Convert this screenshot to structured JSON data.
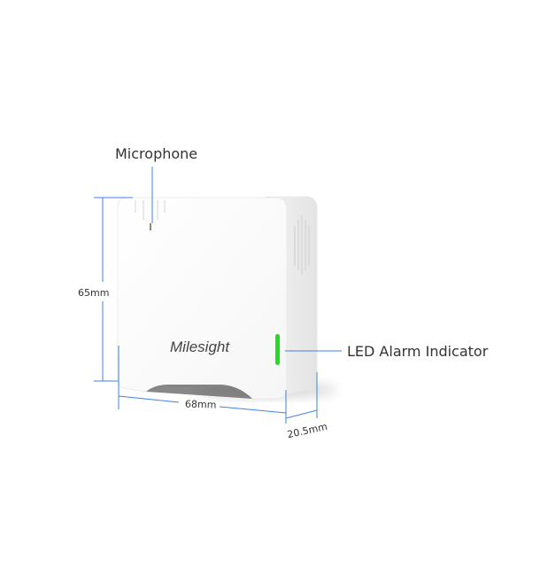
{
  "labels": {
    "microphone": "Microphone",
    "led": "LED Alarm Indicator",
    "height": "65mm",
    "width": "68mm",
    "depth": "20.5mm"
  },
  "logo": "Milesight",
  "colors": {
    "dimension_line": "#3f82e6",
    "led": "#22dd22",
    "device": "#ffffff"
  }
}
